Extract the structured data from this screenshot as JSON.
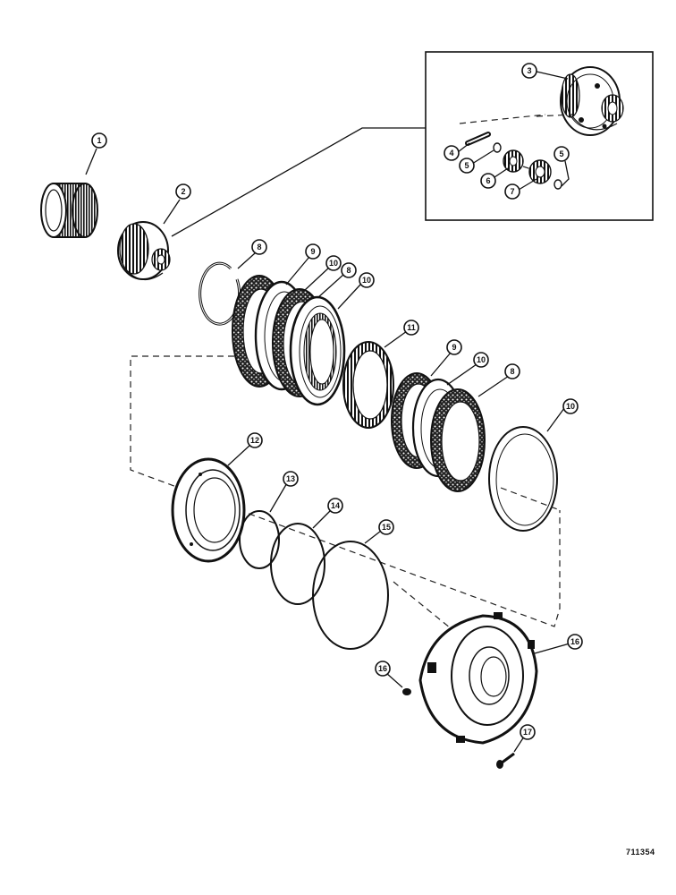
{
  "diagram": {
    "figure_number": "711354",
    "callouts": {
      "c1": "1",
      "c2": "2",
      "c3": "3",
      "c4": "4",
      "c5a": "5",
      "c5b": "5",
      "c6": "6",
      "c7": "7",
      "c8a": "8",
      "c9a": "9",
      "c10a": "10",
      "c8b": "8",
      "c10b": "10",
      "c11": "11",
      "c9b": "9",
      "c10c": "10",
      "c8c": "8",
      "c10d": "10",
      "c12": "12",
      "c13": "13",
      "c14": "14",
      "c15": "15",
      "c16a": "16",
      "c16b": "16",
      "c17": "17"
    }
  }
}
